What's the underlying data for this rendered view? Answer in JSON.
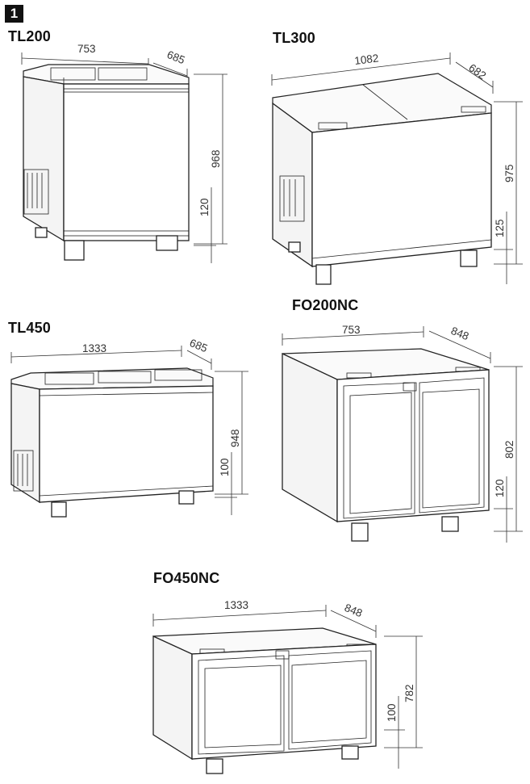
{
  "figure": {
    "number": "1"
  },
  "units": [
    {
      "model": "TL200",
      "width": "753",
      "depth": "685",
      "height": "968",
      "foot": "120"
    },
    {
      "model": "TL300",
      "width": "1082",
      "depth": "682",
      "height": "975",
      "foot": "125"
    },
    {
      "model": "TL450",
      "width": "1333",
      "depth": "685",
      "height": "948",
      "foot": "100"
    },
    {
      "model": "FO200NC",
      "width": "753",
      "depth": "848",
      "height": "802",
      "foot": "120"
    },
    {
      "model": "FO450NC",
      "width": "1333",
      "depth": "848",
      "height": "782",
      "foot": "100"
    }
  ]
}
